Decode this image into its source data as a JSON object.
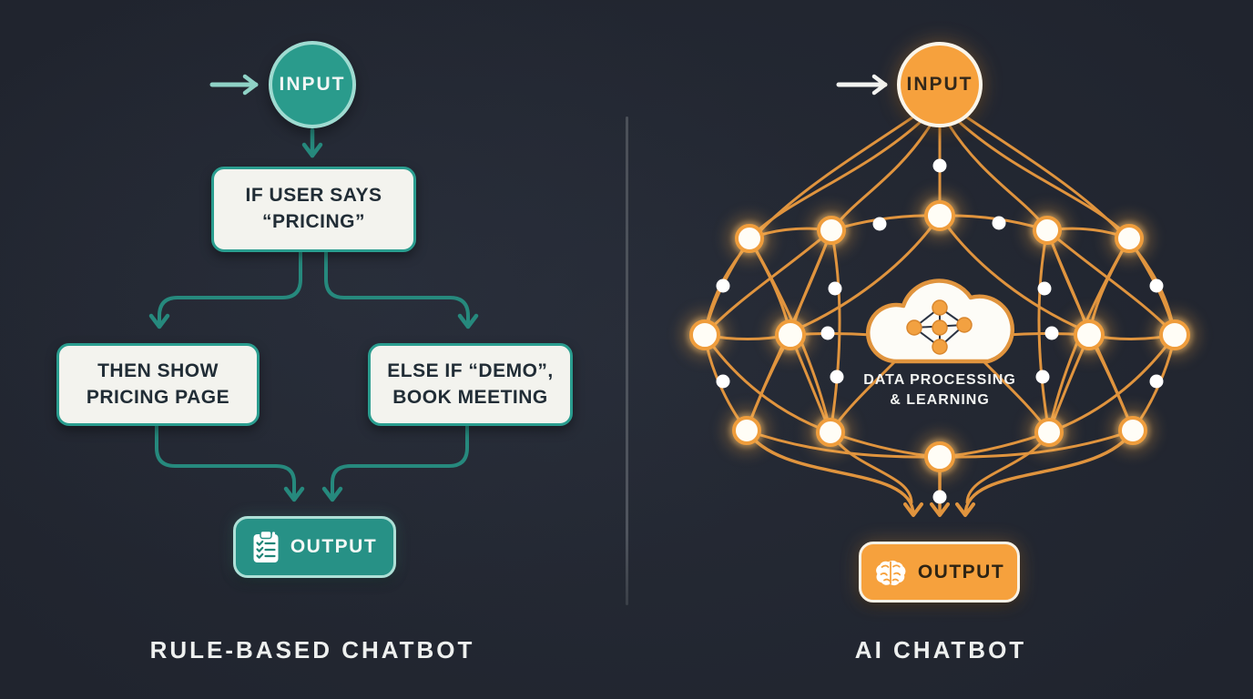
{
  "colors": {
    "background": "#20242e",
    "teal": "#2a9b8c",
    "teal_light_border": "#9fdbd1",
    "teal_connector": "#26897d",
    "orange": "#f6a13d",
    "orange_connector": "#e0943e",
    "box_background": "#f3f3ee",
    "dark_text": "#212d36",
    "white_text": "#eef0ef"
  },
  "left_panel": {
    "caption": "RULE-BASED CHATBOT",
    "input": {
      "label": "INPUT"
    },
    "decision_box": {
      "line1": "IF USER SAYS",
      "line2": "“PRICING”"
    },
    "then_box": {
      "line1": "THEN SHOW",
      "line2": "PRICING PAGE"
    },
    "else_box": {
      "line1": "ELSE IF “DEMO”,",
      "line2": "BOOK MEETING"
    },
    "output": {
      "label": "OUTPUT",
      "icon": "checklist-clipboard-icon"
    }
  },
  "right_panel": {
    "caption": "AI CHATBOT",
    "input": {
      "label": "INPUT"
    },
    "cloud": {
      "line1": "DATA PROCESSING",
      "line2": "& LEARNING",
      "icon": "cloud-network-icon"
    },
    "output": {
      "label": "OUTPUT",
      "icon": "brain-icon"
    },
    "network": {
      "node_count": 14,
      "connection_dot_count": 14
    }
  }
}
